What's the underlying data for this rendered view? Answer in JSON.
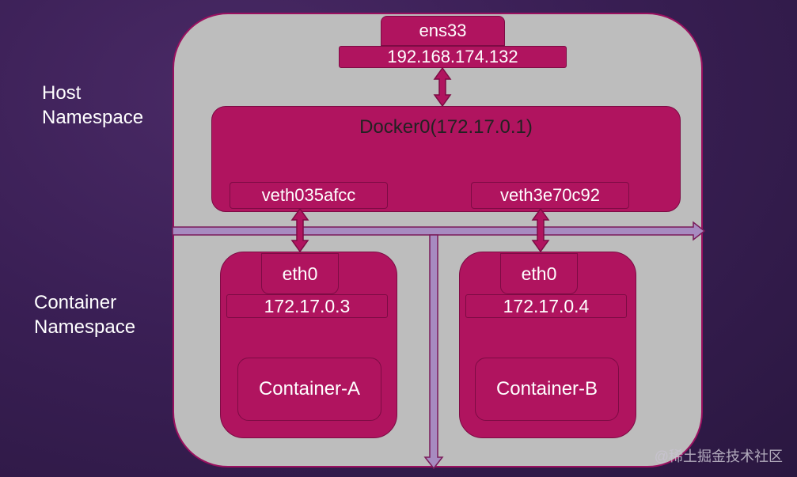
{
  "labels": {
    "host_line1": "Host",
    "host_line2": "Namespace",
    "container_line1": "Container",
    "container_line2": "Namespace"
  },
  "host": {
    "interface_name": "ens33",
    "interface_ip": "192.168.174.132"
  },
  "bridge": {
    "title": "Docker0(172.17.0.1)",
    "veth_left": "veth035afcc",
    "veth_right": "veth3e70c92"
  },
  "containers": [
    {
      "iface": "eth0",
      "ip": "172.17.0.3",
      "name": "Container-A"
    },
    {
      "iface": "eth0",
      "ip": "172.17.0.4",
      "name": "Container-B"
    }
  ],
  "colors": {
    "background": "#3a1f55",
    "host_area": "#bdbdbd",
    "component": "#b0145f",
    "component_border": "#7d0b44",
    "arrow_fill": "#a78bc0"
  },
  "watermark": "@稀土掘金技术社区"
}
